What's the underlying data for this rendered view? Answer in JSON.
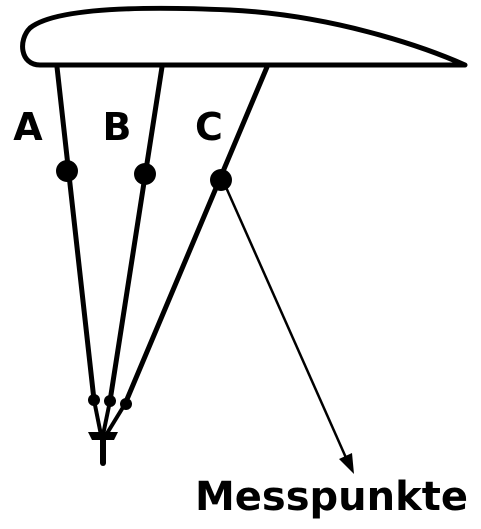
{
  "diagram": {
    "line_labels": [
      "A",
      "B",
      "C"
    ],
    "pointer_label": "Messpunkte"
  },
  "colors": {
    "stroke": "#000000",
    "background": "#ffffff"
  }
}
